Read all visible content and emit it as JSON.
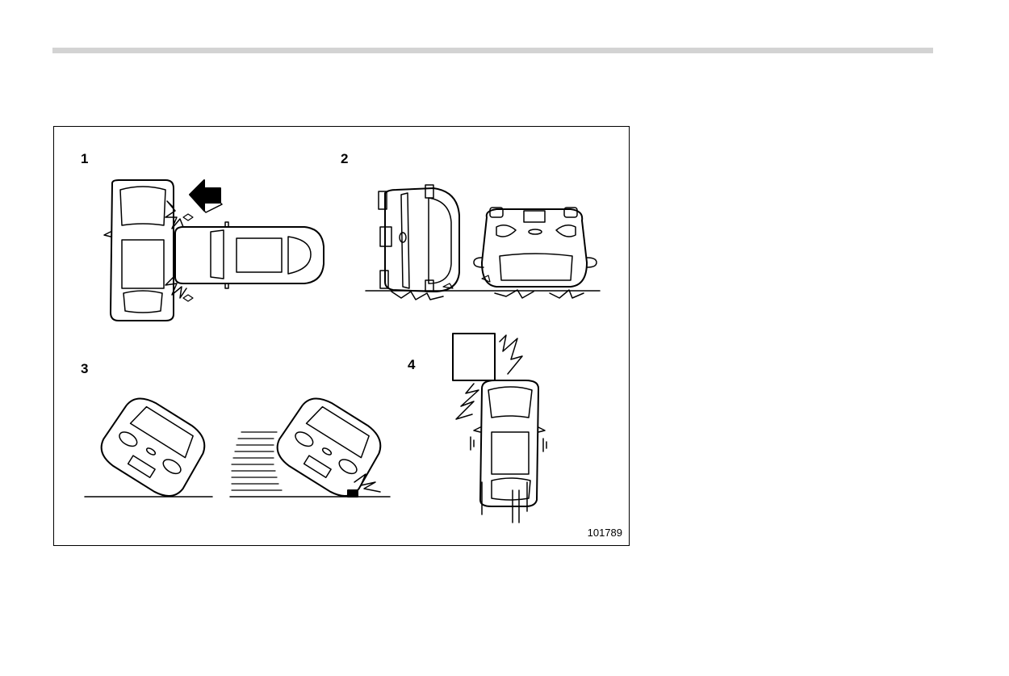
{
  "figure": {
    "panels": [
      {
        "number": "1"
      },
      {
        "number": "2"
      },
      {
        "number": "3"
      },
      {
        "number": "4"
      }
    ],
    "figure_id": "101789"
  },
  "colors": {
    "rule": "#d3d3d3",
    "ink": "#000000"
  }
}
